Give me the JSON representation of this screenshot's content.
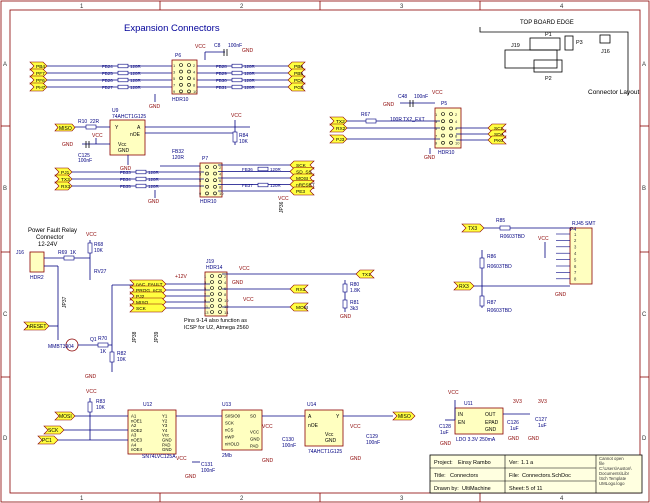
{
  "border": {
    "columns": [
      "1",
      "2",
      "3",
      "4"
    ],
    "rows": [
      "A",
      "B",
      "C",
      "D"
    ]
  },
  "headings": {
    "expansion": "Expansion Connectors",
    "top_board_edge": "TOP BOARD EDGE",
    "connector_layout": "Connector Layout",
    "power_fault": "Power Fault Relay Connector 12-24V",
    "pins_note": "Pins 9-14 also function as ICSP for U2, Atmega 2560"
  },
  "board_edge": {
    "j19": "J19",
    "p1": "P1",
    "p2": "P2",
    "p3": "P3",
    "j16": "J16"
  },
  "p6_left_nets": [
    "PB4",
    "PF7",
    "PF6",
    "PH7"
  ],
  "p6_left_fbs": [
    "FB24",
    "FB25",
    "FB26",
    "FB27"
  ],
  "p6_right_nets": [
    "PB6",
    "PB5",
    "PD4",
    "PG3"
  ],
  "p6_right_fbs": [
    "FB28",
    "FB29",
    "FB30",
    "FB31"
  ],
  "fb_value": "120R",
  "p6": {
    "ref": "P6",
    "part": "HDR10"
  },
  "c8": {
    "ref": "C8",
    "value": "100nF"
  },
  "u9": {
    "ref": "U9",
    "part": "74AHCT1G125",
    "pins": [
      "Y",
      "A",
      "nOE",
      "Vcc",
      "GND"
    ]
  },
  "miso": "MISO",
  "r10": {
    "ref": "R10",
    "value": "22R"
  },
  "c125": {
    "ref": "C125",
    "value": "100nF"
  },
  "r84": {
    "ref": "R84",
    "value": "10K"
  },
  "fb32": {
    "ref": "FB32",
    "value": "120R"
  },
  "p7_left": {
    "nets": [
      "PJ1",
      "TX3",
      "RX3"
    ],
    "fbs": [
      "FB33",
      "FB34",
      "FB35"
    ]
  },
  "p7_right": {
    "nets": [
      "SCK",
      "SD_SS",
      "MOSI",
      "nRESET",
      "PE3"
    ],
    "fbs": [
      "FB36",
      "FB37"
    ]
  },
  "p7": {
    "ref": "P7",
    "part": "HDR10"
  },
  "jp36": "JP36",
  "p5": {
    "ref": "P5",
    "part": "HDR10"
  },
  "c48": {
    "ref": "C48",
    "value": "100nF"
  },
  "p5_left": [
    "TX2",
    "RX2",
    "PJ3"
  ],
  "r67": {
    "ref": "R67",
    "value": "100R",
    "net": "TX2_EXT"
  },
  "p5_right": [
    "SCL",
    "SDA",
    "PK0"
  ],
  "p4_block": {
    "tx3": "TX3",
    "rx3": "RX3",
    "r85": {
      "ref": "R85",
      "value": "R0603TBD"
    },
    "r86": {
      "ref": "R86",
      "value": "R0603TBD"
    },
    "r87": {
      "ref": "R87",
      "value": "R0603TBD"
    },
    "p4": {
      "ref": "P4",
      "part": "RJ45 SMT"
    }
  },
  "relay": {
    "j16": {
      "ref": "J16",
      "part": "HDR2"
    },
    "r69": {
      "ref": "R69",
      "value": "1K"
    },
    "r68": {
      "ref": "R68",
      "value": "10K"
    },
    "rv27": {
      "ref": "RV27"
    },
    "jp37": "JP37",
    "r70": {
      "ref": "R70",
      "value": "1K"
    },
    "r82": {
      "ref": "R82",
      "value": "10K"
    },
    "q1": {
      "ref": "Q1",
      "part": "MMBT3904"
    },
    "nreset": "nRESET"
  },
  "j19": {
    "ref": "J19",
    "part": "HDR14",
    "left_nets": [
      "nAC_FAULT",
      "PROG_nCS",
      "PJ2",
      "MISO",
      "SCK"
    ],
    "v12": "+12V",
    "right_nets": [
      "TX1",
      "RX1",
      "MOSI"
    ]
  },
  "r80": {
    "ref": "R80",
    "value": "1.8K"
  },
  "r81": {
    "ref": "R81",
    "value": "3k3"
  },
  "jumpers_low": [
    "JP38",
    "JP39"
  ],
  "u12": {
    "ref": "U12",
    "part": "SN74LVC125A",
    "pins_l": [
      "A1",
      "nOE1",
      "A2",
      "nOE2",
      "A3",
      "nOE3",
      "A4",
      "nOE4"
    ],
    "pins_r": [
      "Y1",
      "Y2",
      "Y3",
      "Y4",
      "Vcc",
      "GND",
      "PAD",
      "GND"
    ]
  },
  "r83": {
    "ref": "R83",
    "value": "10K"
  },
  "u13": {
    "ref": "U13",
    "part": "2Mb",
    "pins_l": [
      "SI/SIO0",
      "SCK",
      "nCS",
      "nWP",
      "nHOLD"
    ],
    "pins_r": [
      "SO",
      "VCC",
      "GND",
      "PAD"
    ]
  },
  "u14": {
    "ref": "U14",
    "part": "74AHCT1G125",
    "pins": [
      "A",
      "nOE",
      "Y",
      "Vcc",
      "GND"
    ]
  },
  "c131": {
    "ref": "C131",
    "value": "100nF"
  },
  "c130": {
    "ref": "C130",
    "value": "100nF"
  },
  "c129": {
    "ref": "C129",
    "value": "100nF"
  },
  "low_nets": {
    "mosi": "MOSI",
    "sck": "SCK",
    "pc1": "PC1",
    "miso": "MISO"
  },
  "u11": {
    "ref": "U11",
    "part": "LDO 3.3V 250mA",
    "pins_l": [
      "IN",
      "EN"
    ],
    "pins_r": [
      "OUT",
      "EPAD",
      "GND"
    ]
  },
  "c128": {
    "ref": "C128",
    "value": "1uF"
  },
  "c126": {
    "ref": "C126",
    "value": "1uF"
  },
  "c127": {
    "ref": "C127",
    "value": "1uF"
  },
  "vcc": "VCC",
  "v33": "3V3",
  "title_block": {
    "project_label": "Project:",
    "project": "Einsy Rambo",
    "ver_label": "Ver:",
    "ver": "1.1 a",
    "title_label": "Title:",
    "title": "Connectors",
    "file_label": "File:",
    "file": "Connectors.SchDoc",
    "drawn_label": "Drawn by:",
    "drawn": "UltiMachine",
    "sheet_label": "Sheet:",
    "sheet": "5  of  11",
    "notes": [
      "Cannot open",
      "file",
      "C:\\Users\\Auston\\",
      "Documents\\Libr",
      "\\Sch Template",
      "UMLogo.logo"
    ]
  }
}
